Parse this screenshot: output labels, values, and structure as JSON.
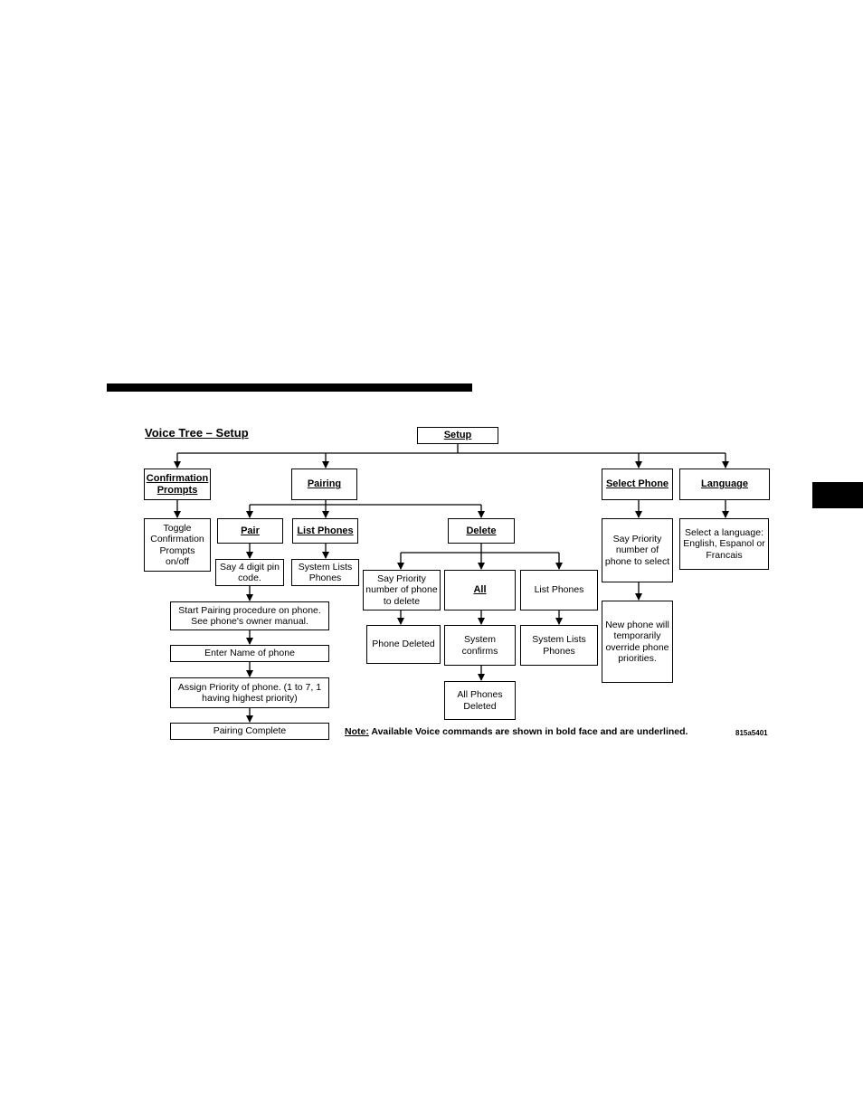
{
  "title": "Voice Tree – Setup",
  "note_label": "Note:",
  "note_text": " Available Voice commands are shown in bold face and are underlined.",
  "figure_code": "815a5401",
  "nodes": {
    "setup": "Setup",
    "confirmation_prompts": "Confirmation Prompts",
    "toggle_confirmation": "Toggle Confirmation Prompts on/off",
    "pairing": "Pairing",
    "pair": "Pair",
    "say_pin": "Say 4 digit pin code.",
    "start_pairing": "Start Pairing procedure on phone. See phone's owner manual.",
    "enter_name": "Enter Name of phone",
    "assign_priority": "Assign Priority of phone. (1 to 7, 1 having highest priority)",
    "pairing_complete": "Pairing Complete",
    "list_phones_cmd": "List Phones",
    "system_lists_phones_1": "System Lists Phones",
    "delete": "Delete",
    "say_priority_delete": "Say Priority number of phone to delete",
    "phone_deleted": "Phone Deleted",
    "all": "All",
    "system_confirms": "System confirms",
    "all_phones_deleted": "All Phones Deleted",
    "list_phones_plain": "List Phones",
    "system_lists_phones_2": "System Lists Phones",
    "select_phone": "Select Phone",
    "say_priority_select": "Say Priority number of phone to select",
    "new_phone_override": "New phone will temporarily override phone priorities.",
    "language": "Language",
    "select_language": "Select a language: English, Espanol or Francais"
  }
}
